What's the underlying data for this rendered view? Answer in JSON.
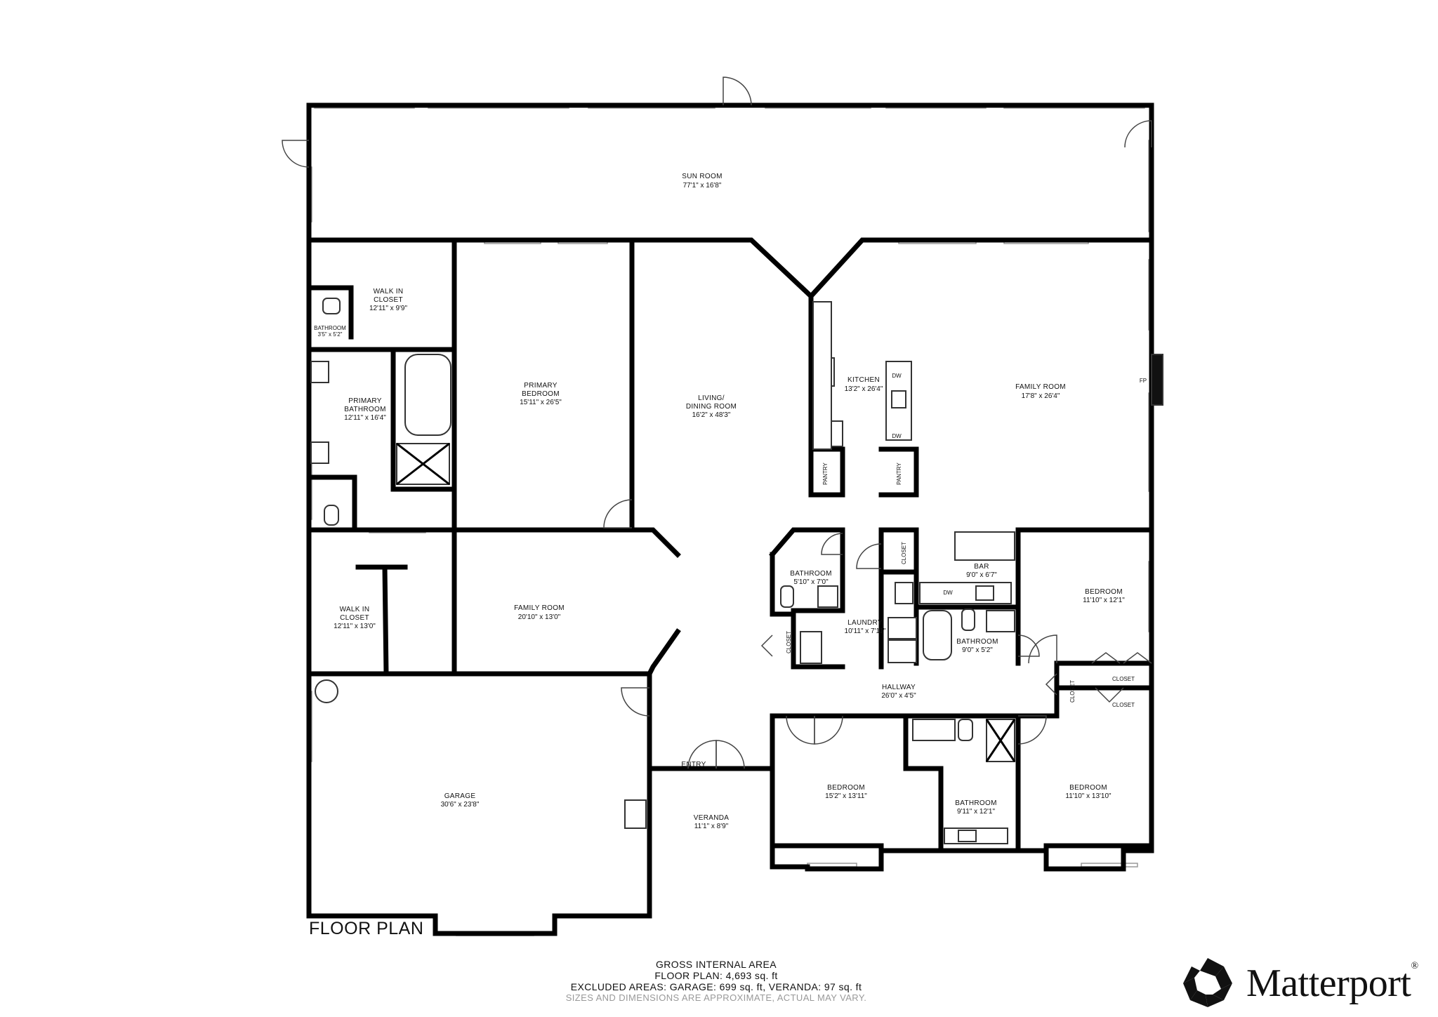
{
  "plan_title": "FLOOR PLAN",
  "rooms": {
    "sun_room": {
      "name": "SUN ROOM",
      "dim": "77'1\" x 16'8\""
    },
    "walk_in_closet_1": {
      "name": [
        "WALK IN",
        "CLOSET"
      ],
      "dim": "12'11\" x 9'9\""
    },
    "bathroom_small": {
      "name": "BATHROOM",
      "dim": "3'5\" x 5'2\""
    },
    "primary_bathroom": {
      "name": [
        "PRIMARY",
        "BATHROOM"
      ],
      "dim": "12'11\" x 16'4\""
    },
    "primary_bedroom": {
      "name": [
        "PRIMARY",
        "BEDROOM"
      ],
      "dim": "15'11\" x 26'5\""
    },
    "living_dining": {
      "name": [
        "LIVING/",
        "DINING ROOM"
      ],
      "dim": "16'2\" x 48'3\""
    },
    "kitchen": {
      "name": "KITCHEN",
      "dim": "13'2\" x 26'4\""
    },
    "family_room_1": {
      "name": "FAMILY ROOM",
      "dim": "17'8\" x 26'4\""
    },
    "walk_in_closet_2": {
      "name": [
        "WALK IN",
        "CLOSET"
      ],
      "dim": "12'11\" x 13'0\""
    },
    "family_room_2": {
      "name": "FAMILY ROOM",
      "dim": "20'10\" x 13'0\""
    },
    "bathroom_hall": {
      "name": "BATHROOM",
      "dim": "5'10\" x 7'0\""
    },
    "laundry": {
      "name": "LAUNDRY",
      "dim": "10'11\" x 7'11\""
    },
    "bar": {
      "name": "BAR",
      "dim": "9'0\" x 6'7\""
    },
    "bathroom_mid": {
      "name": "BATHROOM",
      "dim": "9'0\" x 5'2\""
    },
    "bedroom_ne": {
      "name": "BEDROOM",
      "dim": "11'10\" x 12'1\""
    },
    "hallway": {
      "name": "HALLWAY",
      "dim": "26'0\" x 4'5\""
    },
    "garage": {
      "name": "GARAGE",
      "dim": "30'6\" x 23'8\""
    },
    "entry": {
      "name": "ENTRY"
    },
    "veranda": {
      "name": "VERANDA",
      "dim": "11'1\" x 8'9\""
    },
    "bedroom_s": {
      "name": "BEDROOM",
      "dim": "15'2\" x 13'11\""
    },
    "bathroom_s": {
      "name": "BATHROOM",
      "dim": "9'11\" x 12'1\""
    },
    "bedroom_se": {
      "name": "BEDROOM",
      "dim": "11'10\" x 13'10\""
    }
  },
  "small_labels": {
    "closet": "CLOSET",
    "pantry": "PANTRY",
    "dw": "DW",
    "fp": "FP"
  },
  "area": {
    "heading": "GROSS INTERNAL AREA",
    "floor_plan": "FLOOR PLAN: 4,693 sq. ft",
    "excluded": "EXCLUDED AREAS: GARAGE: 699 sq. ft, VERANDA: 97 sq. ft",
    "note": "SIZES AND DIMENSIONS ARE APPROXIMATE, ACTUAL MAY VARY."
  },
  "brand": {
    "name": "Matterport",
    "reg": "®",
    "icon": "matterport-logo-icon"
  }
}
